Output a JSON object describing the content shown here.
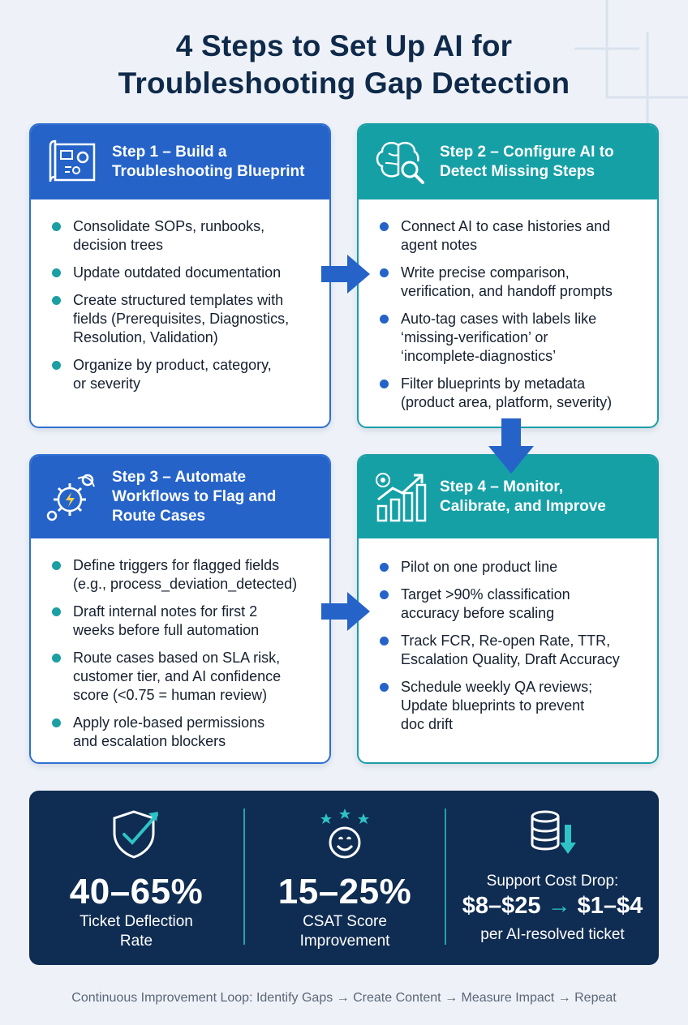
{
  "title_line1": "4 Steps to Set Up AI for",
  "title_line2": "Troubleshooting Gap Detection",
  "steps": [
    {
      "title_line1": "Step 1 – Build a",
      "title_line2": "Troubleshooting Blueprint",
      "icon": "blueprint-icon",
      "bullets": [
        [
          "Consolidate SOPs, runbooks,",
          "decision trees"
        ],
        [
          "Update outdated documentation"
        ],
        [
          "Create structured templates with",
          "fields (Prerequisites, Diagnostics,",
          "Resolution, Validation)"
        ],
        [
          "Organize by product, category,",
          "or severity"
        ]
      ]
    },
    {
      "title_line1": "Step 2 – Configure AI to",
      "title_line2": "Detect Missing Steps",
      "icon": "brain-search-icon",
      "bullets": [
        [
          "Connect AI to case histories and",
          "agent notes"
        ],
        [
          "Write precise comparison,",
          "verification, and handoff prompts"
        ],
        [
          "Auto-tag cases with labels like",
          "‘missing-verification’ or",
          "‘incomplete-diagnostics’"
        ],
        [
          "Filter blueprints by metadata",
          "(product area, platform, severity)"
        ]
      ]
    },
    {
      "title_line1": "Step 3 – Automate",
      "title_line2": "Workflows to Flag and",
      "title_line3": "Route Cases",
      "icon": "gear-workflow-icon",
      "bullets": [
        [
          "Define triggers for flagged fields",
          "(e.g., process_deviation_detected)"
        ],
        [
          "Draft internal notes for first 2",
          "weeks before full automation"
        ],
        [
          "Route cases based on SLA risk,",
          "customer tier, and AI confidence",
          "score (<0.75 = human review)"
        ],
        [
          "Apply role-based permissions",
          "and escalation blockers"
        ]
      ]
    },
    {
      "title_line1": "Step 4 – Monitor,",
      "title_line2": "Calibrate, and Improve",
      "icon": "growth-chart-icon",
      "bullets": [
        [
          "Pilot on one product line"
        ],
        [
          "Target >90% classification",
          "accuracy before scaling"
        ],
        [
          "Track FCR, Re-open Rate, TTR,",
          "Escalation Quality, Draft Accuracy"
        ],
        [
          "Schedule weekly QA reviews;",
          "Update blueprints to prevent",
          "doc drift"
        ]
      ]
    }
  ],
  "stats": [
    {
      "icon": "shield-check-icon",
      "value": "40–65%",
      "label_line1": "Ticket Deflection",
      "label_line2": "Rate"
    },
    {
      "icon": "smiley-stars-icon",
      "value": "15–25%",
      "label_line1": "CSAT Score",
      "label_line2": "Improvement"
    },
    {
      "icon": "database-down-icon",
      "label_line1": "Support Cost Drop:",
      "value_from": "$8–$25",
      "arrow": "→",
      "value_to": "$1–$4",
      "label_line2": "per AI-resolved ticket"
    }
  ],
  "footer": "Continuous Improvement Loop: Identify Gaps → Create Content → Measure Impact → Repeat",
  "colors": {
    "blue": "#2563c9",
    "teal": "#15a0a6",
    "navy": "#0f2c52",
    "background": "#eef2f8"
  }
}
